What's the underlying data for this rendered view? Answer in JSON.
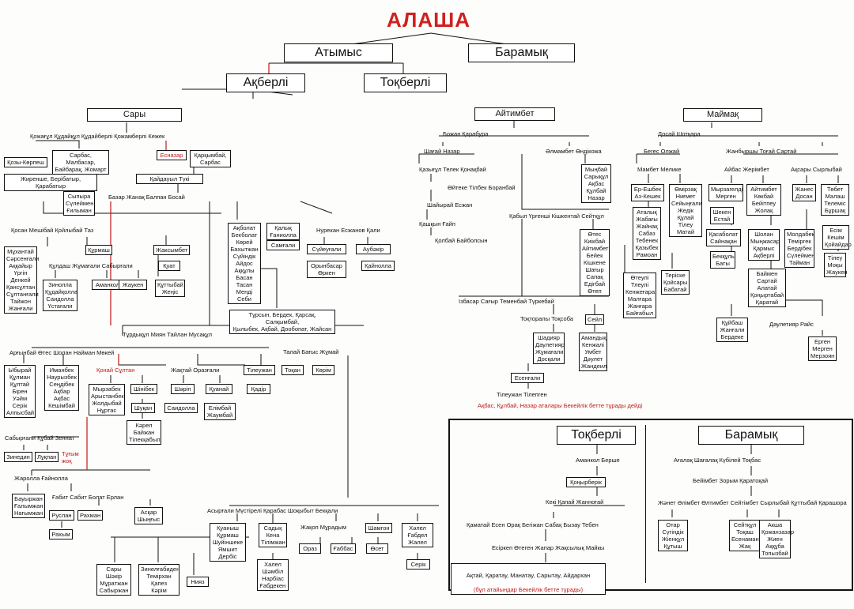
{
  "title": "АЛАША",
  "top": {
    "atymys": "Атымыс",
    "baramyk": "Барамық",
    "akberli": "Ақберлі",
    "tokberli": "Тоқберлі"
  },
  "sary": {
    "head": "Сары",
    "row1": "Қожағұл    Құдайқұл    Құдайберлі    Қожамберлі    Кежек",
    "sarbas": "Сарбас, Малбасар,\nБайбарақ, Жомарт",
    "kozy": "Қозы-Көрпеш",
    "karkymbai": "Қарқымбай,\nСарбас",
    "esnazar": "Есназар",
    "zhirenshe": "Жиренше, Берібатыр, Қарабатыр",
    "kaidauyl": "Қайдауыл    Түкі",
    "sypyra": "Сыпыра\nСүлеймен\nҒилыман",
    "bazar_row": "Базар                                        Жанақ        Балпан           Босай",
    "row_kosan": "Қосан                 Мешібай                       Қойлыбай          Таз",
    "mukhanbai": "Мұхантай\nСәрсенғали\nАққайыр\nҮргін\nДенкей\nҚансұлтан\nСұлтанғали\nТайжон\nЖанғали",
    "kurmash": "Құрмаш",
    "kuldash_row": "Құлдаш    Жұмағали    Сабырғали",
    "zhaksymbet": "Жаксымбет",
    "zinolla": "Зинолла\nҚұдайқолла\nСаидолла\nҮстағали",
    "amankol": "Аманкол",
    "zhaukem": "Жаукен",
    "kuat": "Қуат",
    "kuttybai": "Құттыбай\nЖеңіс",
    "akbolat": "Ақболат\nБекболат\nКөрей\nБахытжан\nСүйіндік\nАйдос\nАққұлы\nБасан\nТасан\nМенді\nСеби",
    "kalyk": "Қалық\nҒаниоллa",
    "samgali": "Самғали",
    "nurekan_row": "Нурекан       Есжанов Қали",
    "suiengali": "Сүйеуғали",
    "auberi": "Аубәкір",
    "orynbasar": "Орынбасар\nӨркен",
    "kainolla": "Қайнолла",
    "tursyn": "Тұрсын, Бердек, Қарсақ, Салқымбай,\nҚылыбек, Ақбай, Дообопат, Жайсан",
    "turdykul_row": "Тұрдықұл                         Миян                            Тайлан               Мусақұл",
    "talai_row": "Талай    Бағыс    Жұмай",
    "tokan": "Тоқан",
    "korim": "Көрім",
    "argyn_row": "Арғынбай        Өтес                   Шолан                         Найман                    Мөкей",
    "ybyrai": "Ыбырай\nҚұлман\nҚұлтай\nБірен\nУәйм\nСерік\nАлпысбай",
    "imanbek": "Иманбек\nНаурызбек\nСеңдібек\nАқбар\nАқбас\nКешімбай",
    "konai_row": "Қонай        Сұлтан",
    "zhaktai_row": "Жақтай    Оразғали",
    "tileuzhan": "Тілеужан",
    "myrzabek": "Мырзабек\nАрыстанбек\nЖолдыбай\nНұртас",
    "shinibek": "Шінібек",
    "sheri": "Шәріп",
    "kuanai": "Қуанай",
    "kadir": "Қадір",
    "shukhan": "Шуқан",
    "saidolla": "Саидолла",
    "elimbai": "Елімбай\nЖаумбай",
    "karel": "Кәрел\nБайжан\nТілекқабыл",
    "sabyrgali_row": "Сабырғали  Құбай  Зеннат",
    "zinedin": "Зинедин",
    "lukpan": "Лұқпан",
    "tugym": "Тұғым\nжоқ",
    "zharolla_row": "Жаролла                     Ғайнолла",
    "bauyrzhan": "Бауыржан\nҒалымжан\nНағымжан",
    "gabit_row": "Ғабит     Сабит     Болат     Ерлан",
    "ruslan": "Руслан",
    "rakhman": "Рахман",
    "askar": "Асқар\nШыңғыс",
    "rakhym": "Рахым",
    "asyrgali_row": "Асырғали   Мүстірелі            Қарабас           Шоқыбыт      Бекқали",
    "kuanysh": "Қуаныш\nҚұрмаш\nШуйіншеке\nЯмшит\nДербіс",
    "sadyk": "Садық\nКена\nТілімжан",
    "zhakop_row": "Жақоп   Мұрадым",
    "shamgon": "Шамгон",
    "khalel": "Хәлел\nҒабдел\nЖалел",
    "oraz": "Ораз",
    "gabbas": "Ғаббас",
    "oset": "Өсет",
    "serik": "Серік",
    "khalel2": "Халел\nШәмбіл\nНарбіас\nҒабдекен",
    "sary2": "Сары\nШәкір\nМұратжан\nСабыржан",
    "zinelgabiden": "Зинелғабиден\nТемірхан\nҚапез\nКәрім",
    "niiaz": "Нияз"
  },
  "aitimbet": {
    "head": "Айтимбет",
    "row1": "Божан                                  Қарабура",
    "shagai_row": "Шағай      Назар",
    "elmambet_row": "Әлмамбет   Өндікожа",
    "kazygul_row": "Қазығұл    Телек    Қонақбай",
    "mynbai": "Мыңбай\nСарықұл\nАқбас\nҚұлбай\nНазар",
    "oiteke_row": "Өйтеке    Тілбек    Боранбай",
    "shairai_row": "Шайырай       Есжан",
    "kashkyn_row": "Қашқын    Ғайп",
    "kabyl_row": "Қабыл  Үргенші  Кішкентай  Сейтқұл",
    "kolbai_row": "Қолбай    Байболсын",
    "otes": "Өтес\nКиікбай\nАйтимбет\nБейек\nКішкене\nШағыр\nСапақ\nЕдігбай\nӨтеп",
    "isbasar_row": "Ізбасар     Сағыр         Теменбай          Түркебай",
    "toktorali_row": "Тоқторалы  Тоқсоба",
    "seil": "Сейл",
    "shadiyar": "Шадияр\nДаулетияр\nЖұмағали\nДосқали",
    "amandyk": "Амандық\nКенжалі\nУмбет\nДәулет\nЖандеил",
    "esengali": "Есенғали",
    "tileuzhan_row": "Тілеужан   Тілепген",
    "note": "Ақбас, Құлбай, Назар аталары Бекейлік бетте тұрады дейді"
  },
  "maimak": {
    "head": "Маймақ",
    "row1": "Досай                     Шотқара",
    "beges_row": "Бегес        Олжай",
    "zhanbyrshy_row": "Жанбыршы     Тоғай      Сартай",
    "mambet_row": "Мамбет       Мелике",
    "aibas_row": "Айбас  Жерімбет",
    "aksary_row": "Ақсары   Сырлыбай",
    "ereshbek": "Ер-Ешбек\nАз-Кешек",
    "omirzak": "Өмірзақ\nНиғмет\nСейыңғали\nЖедік\nҚұлай\nТілеу\nМатай",
    "myrzagandi": "Мырзагелді\nМерген",
    "aitimbet2": "Айтимбет\nКөкбай\nБейітпеу\nЖолақ",
    "zhanes": "Жанес\nДосан",
    "tobet": "Төбет\nМалаш\nТелеміс\nБұршақ",
    "atalyk": "Аталық\nЖабағы\nЖайнақ\nСабаз\nТебенек\nҚазыбек\nРамоан",
    "sheken": "Шекен\nЕстай",
    "kasabolat": "Қасаболат\nСайнақан",
    "bekkul": "Бекқұлы\nБаты",
    "sholan": "Шолан\nМыңжасар\nҚармыс\nАқберлі",
    "moldabek": "Молдабек\nТеміргек\nБердібек\nСүлеймен\nТайман",
    "eshim": "Есім\nКешім\nҚойайдар",
    "otegul": "Өтеулі\nТлеулі\nКенжеғара\nМалғара\nЖанғара\nБайғабыл",
    "teriske": "Теріске\nҚойсары\nБабатай",
    "baimen": "Баймен\nСартай\nАлатай\nҚоңыртабай\nҚаратай",
    "tileu": "Тілеу\nМоқы\nЖаукен",
    "kuibash": "Құйбаш\nЖанғали\nБердеке",
    "dauletiar_row": "Даулетияр    Райс",
    "ergen": "Ерген\nМерген\nМерзоян"
  },
  "tokberli_panel": {
    "head": "Тоқберлі",
    "amankol_row": "Аманкол     Берше",
    "konyrberik": "Қоңырберік",
    "kekei_row": "Кекі      Қапай      Жанноғай",
    "kamatai_row": "Қаматай  Есен  Орақ  Бегіжан  Сабақ  Бызау  Тебен",
    "esirkep_row": "Есіркеп    Өтеген    Жапар    Жақсылық    Майкы",
    "aktai": "Ақтай, Қаратау, Манатау, Сарытау, Айдархан",
    "aktai_note": "(бұл атайындар Бекейлік бетте тұрады)"
  },
  "baramyk_panel": {
    "head": "Барамық",
    "agalak_row": "Ағалақ   Шағалақ   Күбілей      Тоқбас",
    "beimbet_row": "Бейімбет  Зорым  Қаратоқай",
    "zhenet_row": "Жәнет Әлімбет Өлтимбет Сейтімбет Сырлыбай Құттыбай Қарашора",
    "otar": "Отар\nСүгіндік\nЖіенқұл\nҚұтыш",
    "seitkul": "Сейтқұл\nТоқаш\nЕсенаман\nЖақ",
    "akshа": "Акша\nҚожанзазар\nЖиен\nАққұба\nТопызбай"
  },
  "colors": {
    "title": "#d02020",
    "line": "#111111",
    "red_line": "#c01818"
  }
}
